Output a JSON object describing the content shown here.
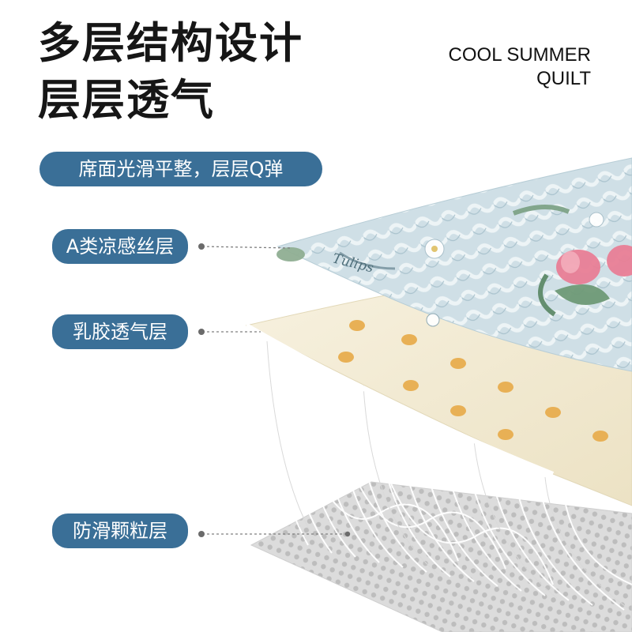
{
  "header": {
    "title_line1": "多层结构设计",
    "title_line2": "层层透气",
    "subtitle_line1": "COOL SUMMER",
    "subtitle_line2": "QUILT"
  },
  "highlight": {
    "label": "席面光滑平整，层层Q弹"
  },
  "layers": [
    {
      "label": "A类凉感丝层"
    },
    {
      "label": "乳胶透气层"
    },
    {
      "label": "防滑颗粒层"
    }
  ],
  "product_print_text": "Tulips",
  "colors": {
    "pill_bg": "#3a6f97",
    "quilt_blue": "#c9dbe3",
    "latex_cream": "#f3ecd6",
    "hole_orange": "#e8b055",
    "mesh_grey": "#d6d6d6",
    "tulip_pink": "#e97f96",
    "leaf_green": "#6f9a77"
  }
}
